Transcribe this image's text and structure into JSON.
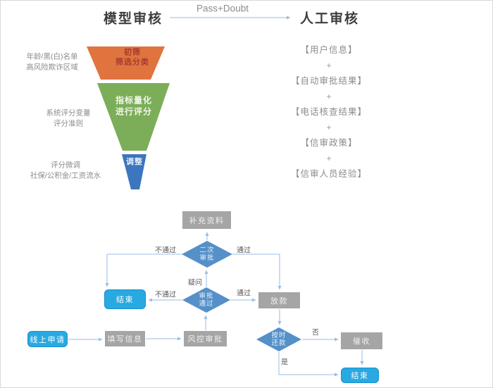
{
  "header": {
    "model_review_title": "模型审核",
    "manual_review_title": "人工审核",
    "arrow_label": "Pass+Doubt"
  },
  "funnel": {
    "stage1_label": "初筛\n筛选分类",
    "stage2_label": "指标量化\n进行评分",
    "stage3_label": "调整",
    "note1": "年龄/黑(白)名单\n高风险欺诈区域",
    "note2": "系统评分变量\n评分准则",
    "note3": "评分微调\n社保/公积金/工资流水"
  },
  "manual_review": {
    "separator": "+",
    "item1": "【用户信息】",
    "item2": "【自动审批结果】",
    "item3": "【电话核查结果】",
    "item4": "【信审政策】",
    "item5": "【信审人员经验】"
  },
  "flowchart": {
    "supplement": "补充资料",
    "second_review": "二次\n审批",
    "end_mid": "结束",
    "approval": "审批\n通过",
    "disburse": "放款",
    "online_apply": "线上申请",
    "fill_info": "填写信息",
    "risk_review": "风控审批",
    "repay_on_time": "按时\n还款",
    "collection": "催收",
    "end_bottom": "结束",
    "label_fail_top": "不通过",
    "label_pass_top": "通过",
    "label_doubt": "疑问",
    "label_fail_mid": "不通过",
    "label_pass_mid": "通过",
    "label_no": "否",
    "label_yes": "是"
  },
  "colors": {
    "bright_blue": "#29A9E1",
    "diamond_blue": "#5590C8",
    "box_gray": "#A5A5A5",
    "connector": "#97BEE3",
    "funnel_orange": "#E0743E",
    "funnel_green": "#7CAE59",
    "funnel_blue": "#3B76BE",
    "orange_text": "#A8392E",
    "title_text": "#3D3D3D",
    "muted_text": "#8C8C8C",
    "edge_label_text": "#595959"
  }
}
